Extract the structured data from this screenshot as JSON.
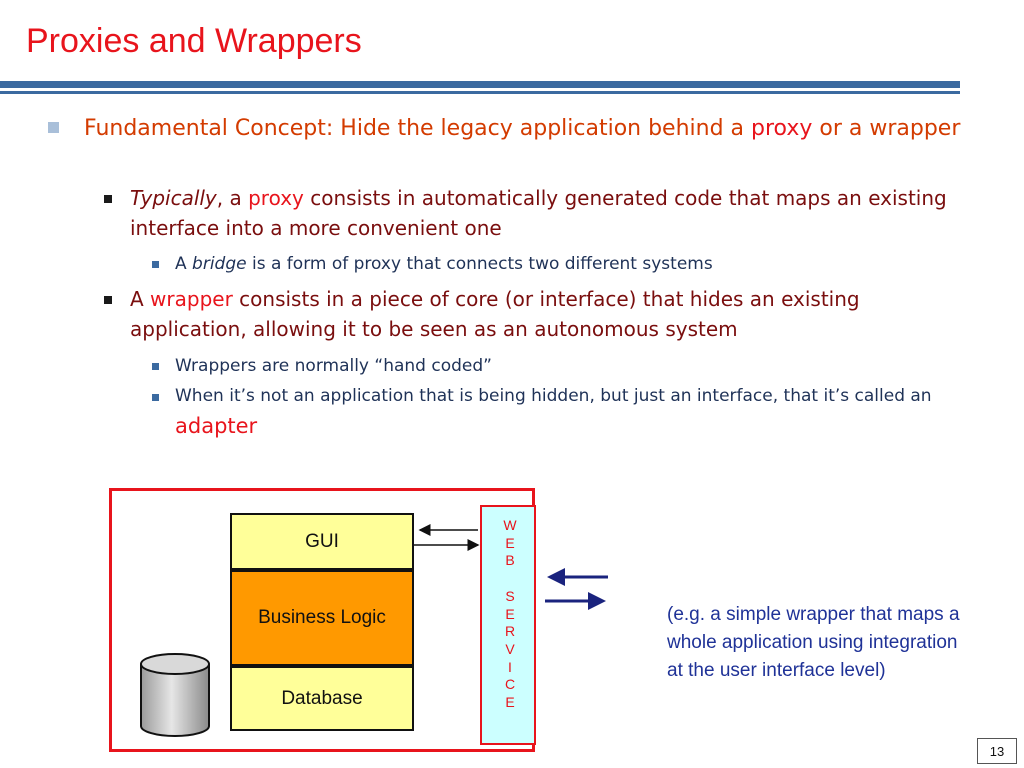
{
  "slide": {
    "title": "Proxies and Wrappers",
    "page_number": "13"
  },
  "bullets": {
    "main": {
      "text_1": "Fundamental Concept: Hide the legacy application behind a ",
      "proxy": "proxy",
      "text_2": " or a wrapper"
    },
    "proxy_point": {
      "typically": "Typically",
      "text_1": ", a ",
      "proxy": "proxy",
      "text_2": " consists in automatically generated code that maps an existing interface into a more convenient one"
    },
    "bridge_point": {
      "text_1": "A ",
      "bridge": "bridge",
      "text_2": " is a form of proxy that connects two different systems"
    },
    "wrapper_point": {
      "text_1": "A ",
      "wrapper": "wrapper",
      "text_2": " consists in a piece of core (or interface) that hides an existing application, allowing it to be seen as an autonomous system"
    },
    "hand_coded_point": "Wrappers are normally “hand coded”",
    "adapter_point": {
      "text_1": "When it’s not an application that is being hidden, but just an interface, that it’s called an ",
      "adapter": "adapter"
    }
  },
  "diagram": {
    "gui": "GUI",
    "business_logic": "Business Logic",
    "database": "Database",
    "web_service_letters": [
      "W",
      "E",
      "B",
      "",
      "S",
      "E",
      "R",
      "V",
      "I",
      "C",
      "E"
    ],
    "note": "(e.g. a simple wrapper that maps a whole application using integration at the user interface level)",
    "colors": {
      "outer_border": "#e8141c",
      "gui_fill": "#ffff99",
      "logic_fill": "#ff9900",
      "db_fill": "#ffff99",
      "web_service_fill": "#ccffff",
      "arrow_color": "#1a237e"
    }
  }
}
